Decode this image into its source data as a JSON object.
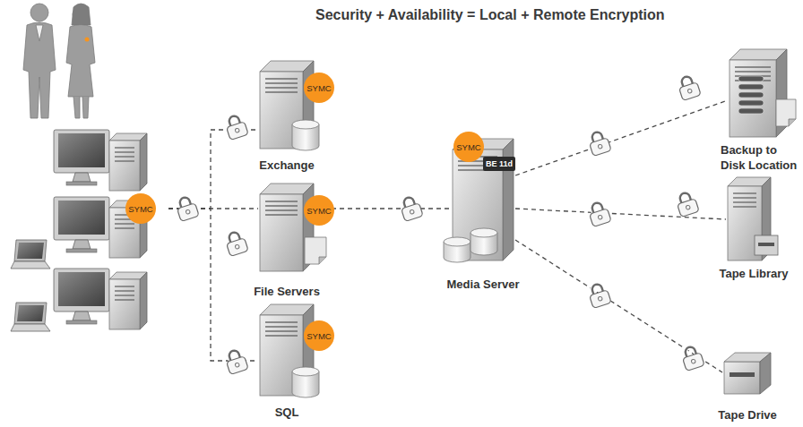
{
  "diagram": {
    "title": "Security + Availability = Local + Remote Encryption",
    "nodes": [
      {
        "text": [
          "SYMC"
        ]
      },
      {
        "text": [
          "SYMC",
          "Exchange"
        ]
      },
      {
        "text": [
          "SYMC",
          "File Servers"
        ]
      },
      {
        "text": [
          "SYMC",
          "SQL"
        ]
      },
      {
        "text": [
          "SYMC",
          "BE 11d",
          "Media Server"
        ]
      },
      {
        "text": [
          "Backup to Disk Location"
        ]
      },
      {
        "text": [
          "Tape Library"
        ]
      },
      {
        "text": [
          "Tape Drive"
        ]
      }
    ],
    "edges": [
      {
        "from": 0,
        "to": 1,
        "arrow": "none"
      },
      {
        "from": 0,
        "to": 2,
        "arrow": "none"
      },
      {
        "from": 0,
        "to": 3,
        "arrow": "none"
      },
      {
        "from": 2,
        "to": 4,
        "arrow": "none"
      },
      {
        "from": 4,
        "to": 5,
        "arrow": "none"
      },
      {
        "from": 4,
        "to": 6,
        "arrow": "none"
      },
      {
        "from": 4,
        "to": 7,
        "arrow": "none"
      }
    ]
  }
}
